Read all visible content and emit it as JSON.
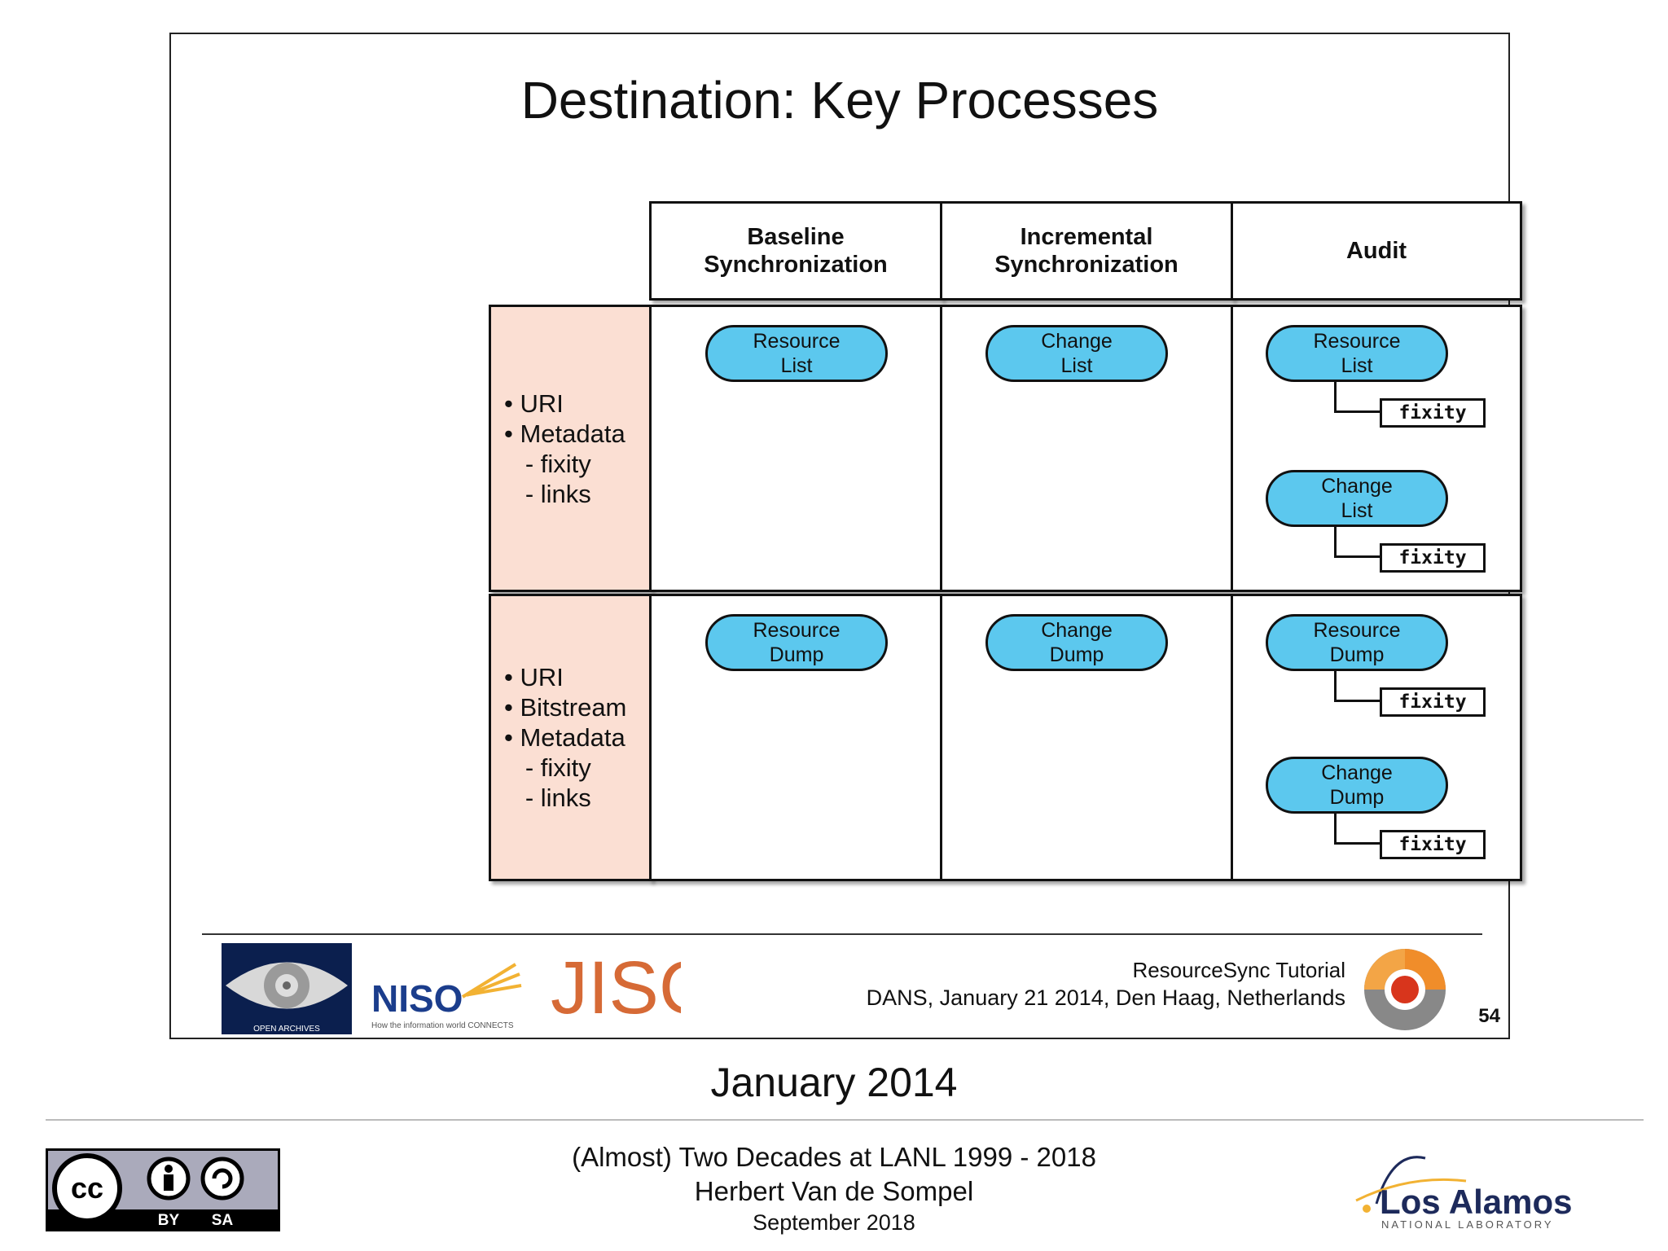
{
  "slide": {
    "title": "Destination: Key Processes",
    "columns": [
      "Baseline\nSynchronization",
      "Incremental\nSynchronization",
      "Audit"
    ],
    "rows": [
      {
        "label_lines": [
          "• URI",
          "• Metadata",
          "   - fixity",
          "   - links"
        ],
        "cells": [
          {
            "items": [
              {
                "label": "Resource\nList"
              }
            ]
          },
          {
            "items": [
              {
                "label": "Change\nList"
              }
            ]
          },
          {
            "items": [
              {
                "label": "Resource\nList",
                "tag": "fixity"
              },
              {
                "label": "Change\nList",
                "tag": "fixity"
              }
            ]
          }
        ]
      },
      {
        "label_lines": [
          "• URI",
          "• Bitstream",
          "• Metadata",
          "   - fixity",
          "   - links"
        ],
        "cells": [
          {
            "items": [
              {
                "label": "Resource\nDump"
              }
            ]
          },
          {
            "items": [
              {
                "label": "Change\nDump"
              }
            ]
          },
          {
            "items": [
              {
                "label": "Resource\nDump",
                "tag": "fixity"
              },
              {
                "label": "Change\nDump",
                "tag": "fixity"
              }
            ]
          }
        ]
      }
    ],
    "footer": {
      "tutorial_title": "ResourceSync Tutorial",
      "tutorial_event": "DANS, January 21 2014, Den Haag, Netherlands",
      "page_number": "54",
      "logos": {
        "open_archives": "OPEN ARCHIVES",
        "niso": "NISO",
        "niso_tagline": "How the information world CONNECTS",
        "jisc": "JISC"
      }
    }
  },
  "caption_date": "January 2014",
  "footer": {
    "line1": "(Almost) Two Decades at LANL 1999 - 2018",
    "line2": "Herbert Van de Sompel",
    "line3": "September 2018",
    "cc_labels": {
      "by": "BY",
      "sa": "SA",
      "cc": "cc"
    },
    "lanl_name": "Los Alamos",
    "lanl_sub": "NATIONAL LABORATORY"
  },
  "colors": {
    "pill": "#5cc8ee",
    "row_label": "#fbdfd3"
  }
}
